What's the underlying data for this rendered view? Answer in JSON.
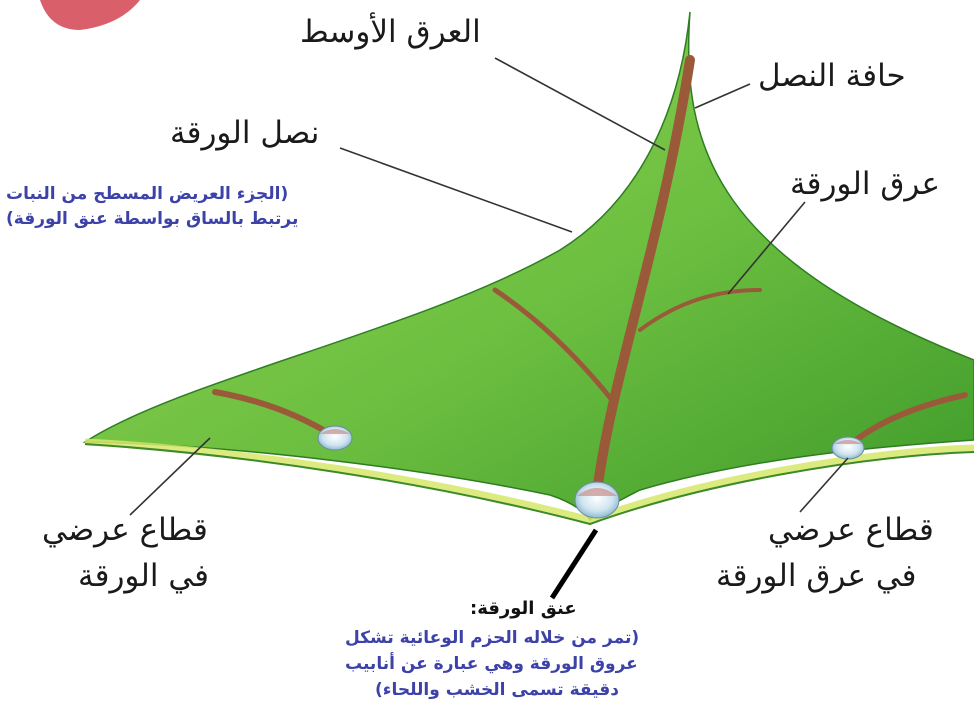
{
  "labels": {
    "midrib": "العرق الأوسط",
    "blade_margin": "حافة النصل",
    "leaf_blade": "نصل الورقة",
    "leaf_blade_note_1": "(الجزء العريض المسطح من النبات",
    "leaf_blade_note_2": "يرتبط بالساق بواسطة عنق الورقة)",
    "leaf_vein": "عرق الورقة",
    "leaf_section_1": "قطاع عرضي",
    "leaf_section_2": "في الورقة",
    "vein_section_1": "قطاع عرضي",
    "vein_section_2": "في عرق الورقة",
    "petiole": "عنق الورقة:",
    "petiole_note_1": "(تمر من خلاله الحزم الوعائية تشكل",
    "petiole_note_2": "عروق الورقة وهي عبارة عن أنابيب",
    "petiole_note_3": "دقيقة تسمى الخشب واللحاء)"
  },
  "colors": {
    "leaf_light": "#9bd35a",
    "leaf_dark": "#3e9a2a",
    "vein": "#9a5a3a",
    "note_text": "#3d42a8",
    "corner_mark": "#d9606a"
  }
}
